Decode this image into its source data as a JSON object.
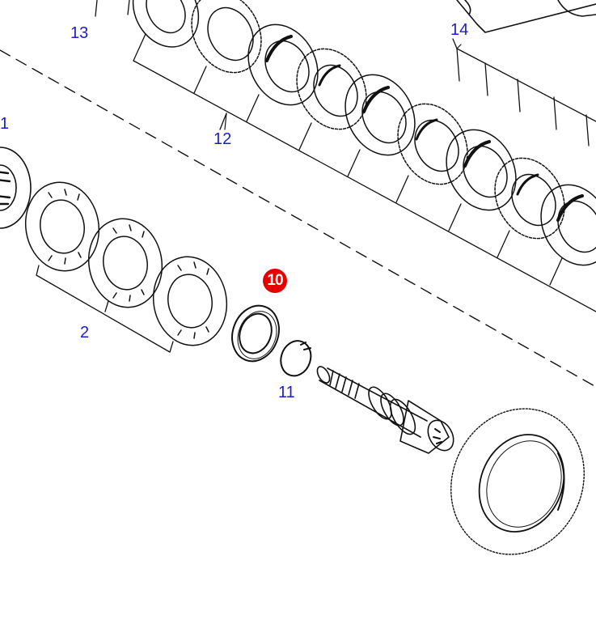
{
  "diagram": {
    "colors": {
      "line": "#111111",
      "callout": "#1c1ccc",
      "highlight": "#e50000",
      "background": "#ffffff"
    },
    "callouts": {
      "c1": "1",
      "c2": "2",
      "c10": "10",
      "c11": "11",
      "c12": "12",
      "c13": "13",
      "c14": "14"
    },
    "selected_part": "10"
  }
}
